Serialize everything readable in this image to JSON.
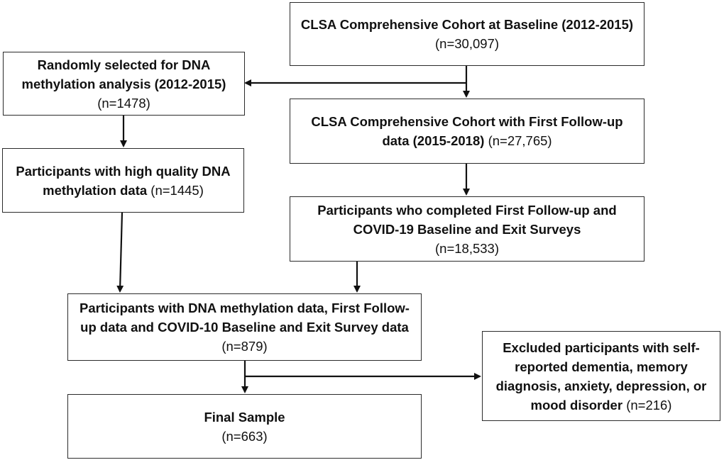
{
  "boxes": {
    "baseline": {
      "bold": "CLSA Comprehensive Cohort at Baseline (2012-2015)",
      "count": "(n=30,097)"
    },
    "random_dna": {
      "bold": "Randomly selected for DNA methylation analysis (2012-2015)",
      "count": "(n=1478)"
    },
    "follow_up": {
      "bold": "CLSA Comprehensive Cohort with First Follow-up data (2015-2018)",
      "count": "(n=27,765)"
    },
    "high_quality": {
      "bold": "Participants with high quality DNA methylation data",
      "count": "(n=1445)"
    },
    "covid_completed": {
      "bold": "Participants who completed First Follow-up and COVID-19 Baseline and Exit Surveys",
      "count": "(n=18,533)"
    },
    "merged": {
      "bold": "Participants with DNA methylation data, First Follow-up data and COVID-10 Baseline and Exit Survey data",
      "count": "(n=879)"
    },
    "excluded": {
      "bold": "Excluded participants with self-reported dementia, memory diagnosis, anxiety, depression, or mood disorder",
      "count": "(n=216)"
    },
    "final": {
      "bold": "Final Sample",
      "count": "(n=663)"
    }
  }
}
